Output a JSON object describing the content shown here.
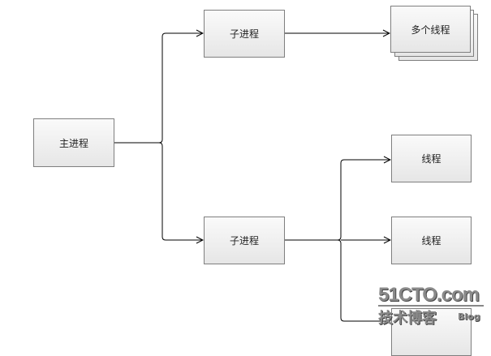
{
  "nodes": {
    "main": "主进程",
    "child1": "子进程",
    "child2": "子进程",
    "multi_threads": "多个线程",
    "thread1": "线程",
    "thread2": "线程"
  },
  "watermark": {
    "site": "51CTO.com",
    "subtitle": "技术博客",
    "blog": "Blog"
  }
}
